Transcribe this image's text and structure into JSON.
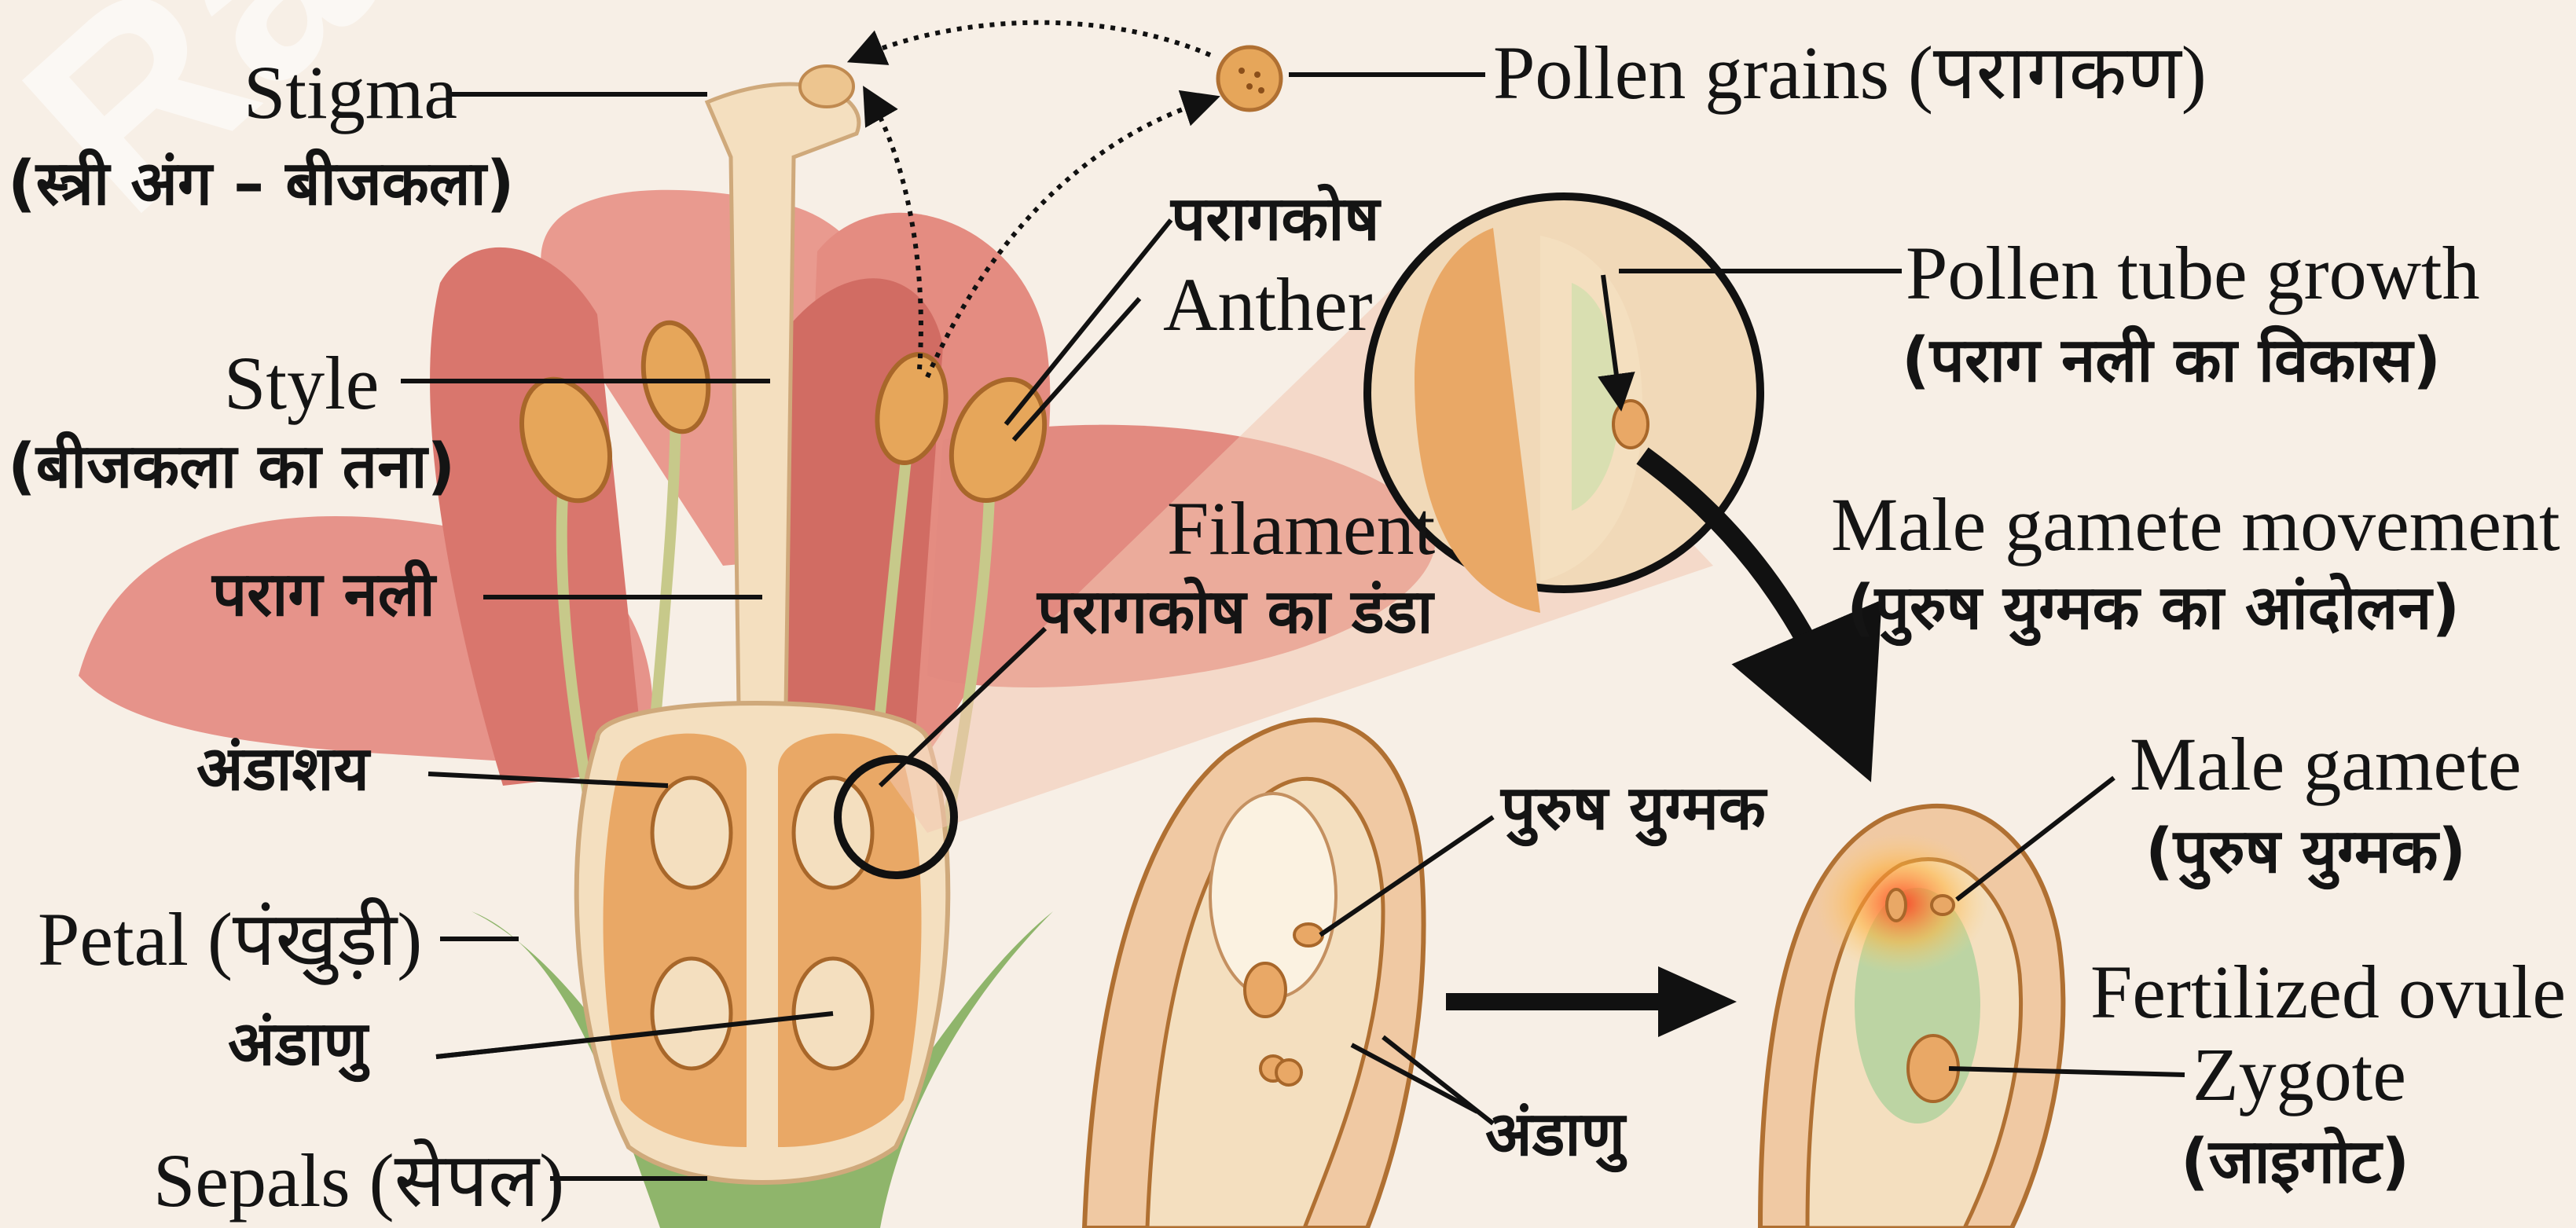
{
  "labels": {
    "stigma": "Stigma",
    "stigma_hi": "(स्त्री अंग – बीजकला)",
    "style": "Style",
    "style_hi": "(बीजकला का तना)",
    "pollen_tube_hi": "पराग नली",
    "ovary_hi": "अंडाशय",
    "petal": "Petal (पंखुड़ी)",
    "ovules_hi": "अंडाणु",
    "sepals": "Sepals (सेपल)",
    "pollen_grains": "Pollen grains (परागकण)",
    "anther_hi": "परागकोष",
    "anther": "Anther",
    "filament": "Filament",
    "filament_hi": "परागकोष का डंडा",
    "pollen_tube_growth": "Pollen tube growth",
    "pollen_tube_growth_hi": "(पराग नली का विकास)",
    "male_gamete_movement": "Male gamete movement",
    "male_gamete_movement_hi": "(पुरुष युग्मक का आंदोलन)",
    "purush_yugmak": "पुरुष युग्मक",
    "male_gamete": "Male gamete",
    "male_gamete_hi": "(पुरुष युग्मक)",
    "fertilized_ovule": "Fertilized ovule",
    "zygote": "Zygote",
    "zygote_hi": "(जाइगोट)",
    "ovules_hi_2": "अंडाणु"
  },
  "watermark": "Rau's",
  "colors": {
    "background": "#f7efe6",
    "petal": "#e38a80",
    "petal_dark": "#c95d55",
    "pistil": "#f4dfbf",
    "ovary": "#e9a866",
    "anther": "#e6a65a",
    "filament": "#c7c98a",
    "sepal": "#8fb56b",
    "zygote_green": "#bcd4a3",
    "text": "#141414"
  }
}
